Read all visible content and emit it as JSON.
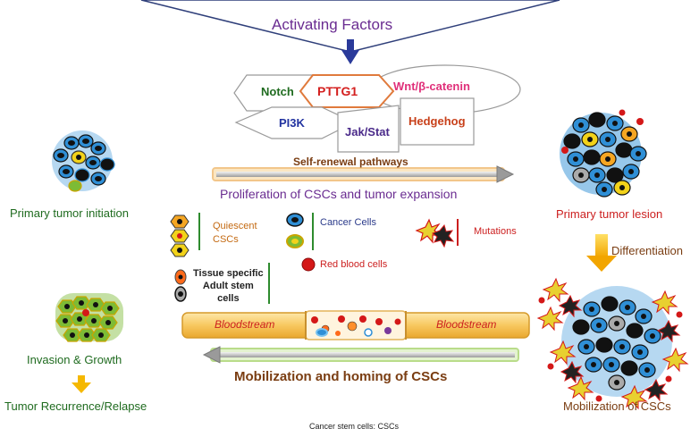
{
  "top": {
    "activating_factors": "Activating Factors"
  },
  "pathways": {
    "notch": "Notch",
    "pttg1": "PTTG1",
    "wnt": "Wnt/β-catenin",
    "pi3k": "PI3K",
    "jak_stat": "Jak/Stat",
    "hedgehog": "Hedgehog",
    "self_renewal": "Self-renewal pathways"
  },
  "center": {
    "proliferation": "Proliferation of CSCs and tumor expansion",
    "mobilization_homing": "Mobilization and homing of CSCs",
    "bloodstream_left": "Bloodstream",
    "bloodstream_right": "Bloodstream"
  },
  "legend": {
    "quiescent": "Quiescent\nCSCs",
    "cancer_cells": "Cancer Cells",
    "mutations": "Mutations",
    "red_blood_cells": "Red blood cells",
    "tissue_specific": "Tissue specific\nAdult stem\ncells"
  },
  "left": {
    "primary_initiation": "Primary tumor initiation",
    "invasion_growth": "Invasion & Growth",
    "recurrence": "Tumor Recurrence/Relapse"
  },
  "right": {
    "primary_lesion": "Primary tumor lesion",
    "differentiation": "Differentiation",
    "mobilization": "Mobilization of CSCs"
  },
  "footer": {
    "note": "Cancer stem cells: CSCs"
  },
  "colors": {
    "pathway_notch": "#1f6b1f",
    "pathway_pttg1": "#d4201f",
    "pathway_wnt": "#e0307a",
    "pathway_pi3k": "#2233a0",
    "pathway_jak": "#4a2a8a",
    "pathway_hedgehog": "#c8401a",
    "arrow_orange": "#f5b800",
    "arrow_down_blue": "#2a3a9a",
    "bloodstream_fill": "#fbd98a",
    "cancer_cell_blue": "#2f8fd6",
    "cell_black": "#111111",
    "rbc_red": "#d41818"
  }
}
